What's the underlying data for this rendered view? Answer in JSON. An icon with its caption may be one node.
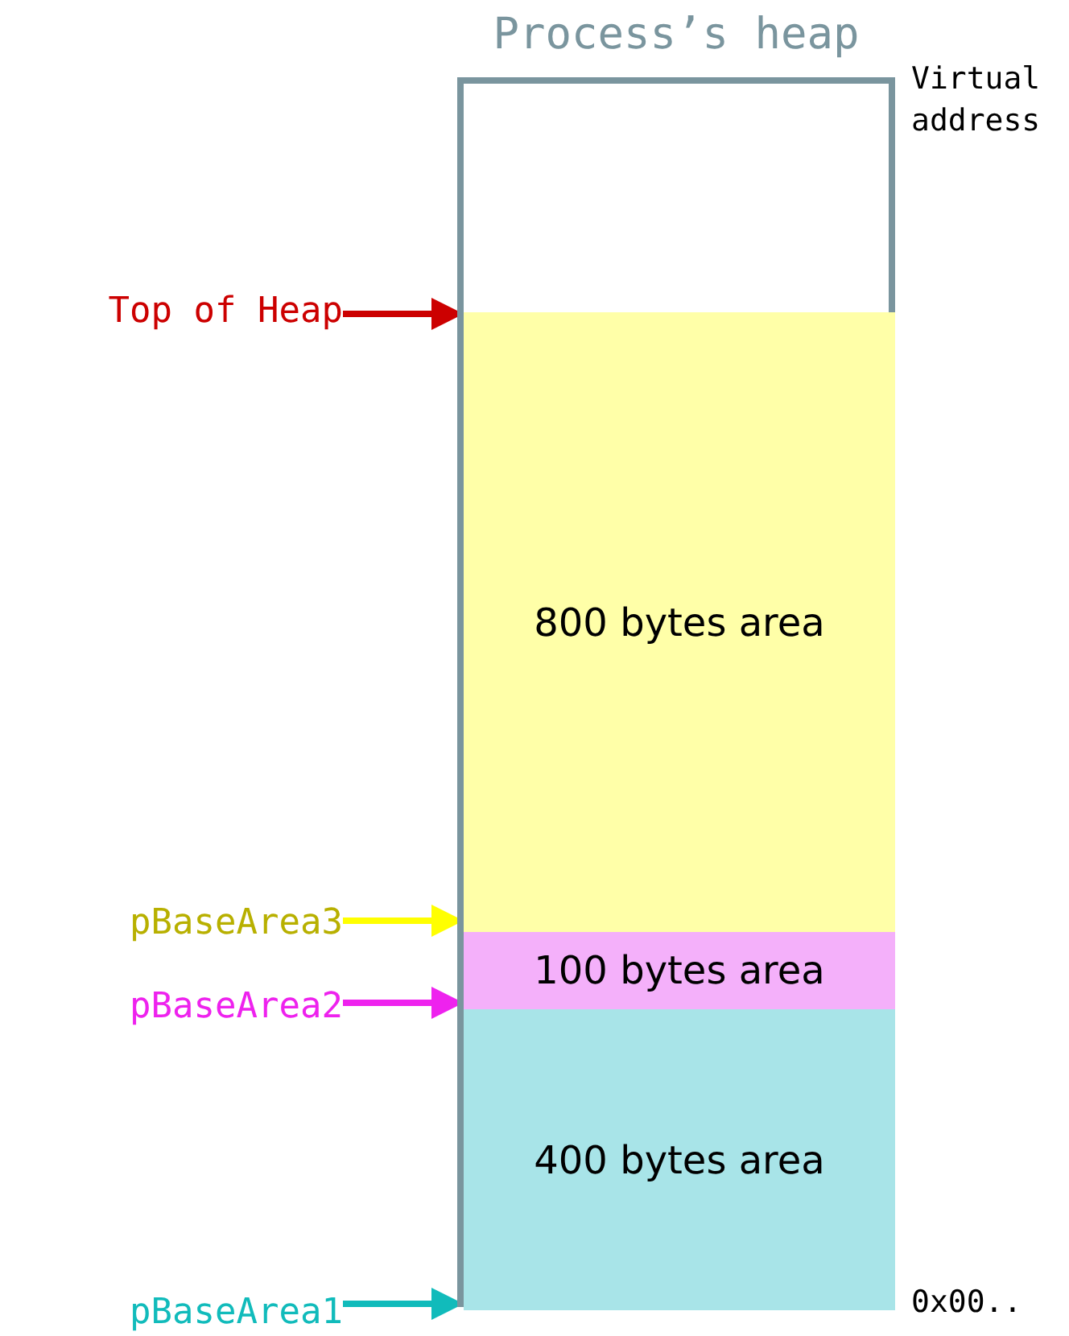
{
  "diagram": {
    "nodes": [
      {
        "text": [
          "Process’s heap"
        ]
      },
      {
        "text": [
          "800 bytes area"
        ],
        "in": 0
      },
      {
        "text": [
          "100 bytes area"
        ],
        "in": 0
      },
      {
        "text": [
          "400 bytes area"
        ],
        "in": 0
      },
      {
        "text": [
          "Top of Heap"
        ]
      },
      {
        "text": [
          "pBaseArea3"
        ]
      },
      {
        "text": [
          "pBaseArea2"
        ]
      },
      {
        "text": [
          "pBaseArea1"
        ]
      }
    ],
    "edges": [
      {
        "from": 4,
        "to": 1,
        "arrow": "to",
        "color": "#cc0000"
      },
      {
        "from": 5,
        "to": 1,
        "arrow": "to",
        "color": "#ffff00"
      },
      {
        "from": 6,
        "to": 2,
        "arrow": "to",
        "color": "#ee22ee"
      },
      {
        "from": 7,
        "to": 3,
        "arrow": "to",
        "color": "#11bbbb"
      }
    ],
    "labels": [
      "Virtual address",
      "0x00.."
    ]
  }
}
